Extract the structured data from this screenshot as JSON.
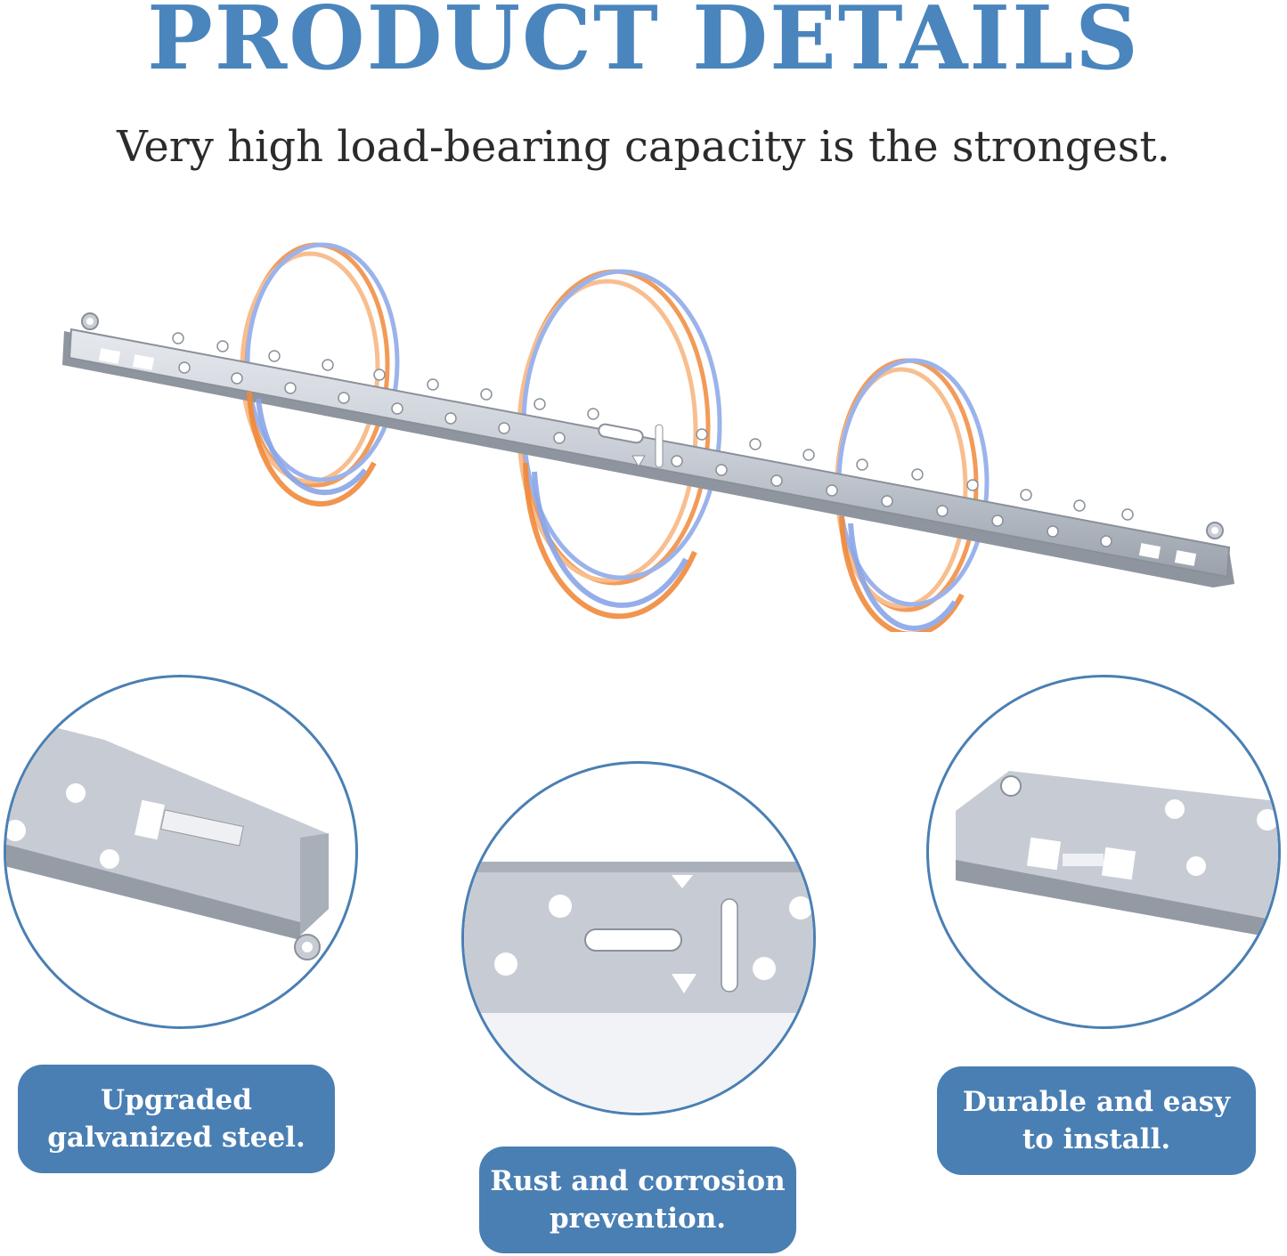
{
  "header": {
    "title": "PRODUCT DETAILS",
    "subtitle": "Very high load-bearing capacity is the strongest."
  },
  "colors": {
    "accent": "#4a85bd",
    "label_bg": "#4a7fb3",
    "ring_orange": "#f08a3c",
    "ring_blue": "#7f9fe6",
    "steel": "#c9ced6"
  },
  "features": [
    {
      "line1": "Upgraded",
      "line2": "galvanized steel."
    },
    {
      "line1": "Rust and corrosion",
      "line2": "prevention."
    },
    {
      "line1": "Durable and easy",
      "line2": "to install."
    }
  ]
}
